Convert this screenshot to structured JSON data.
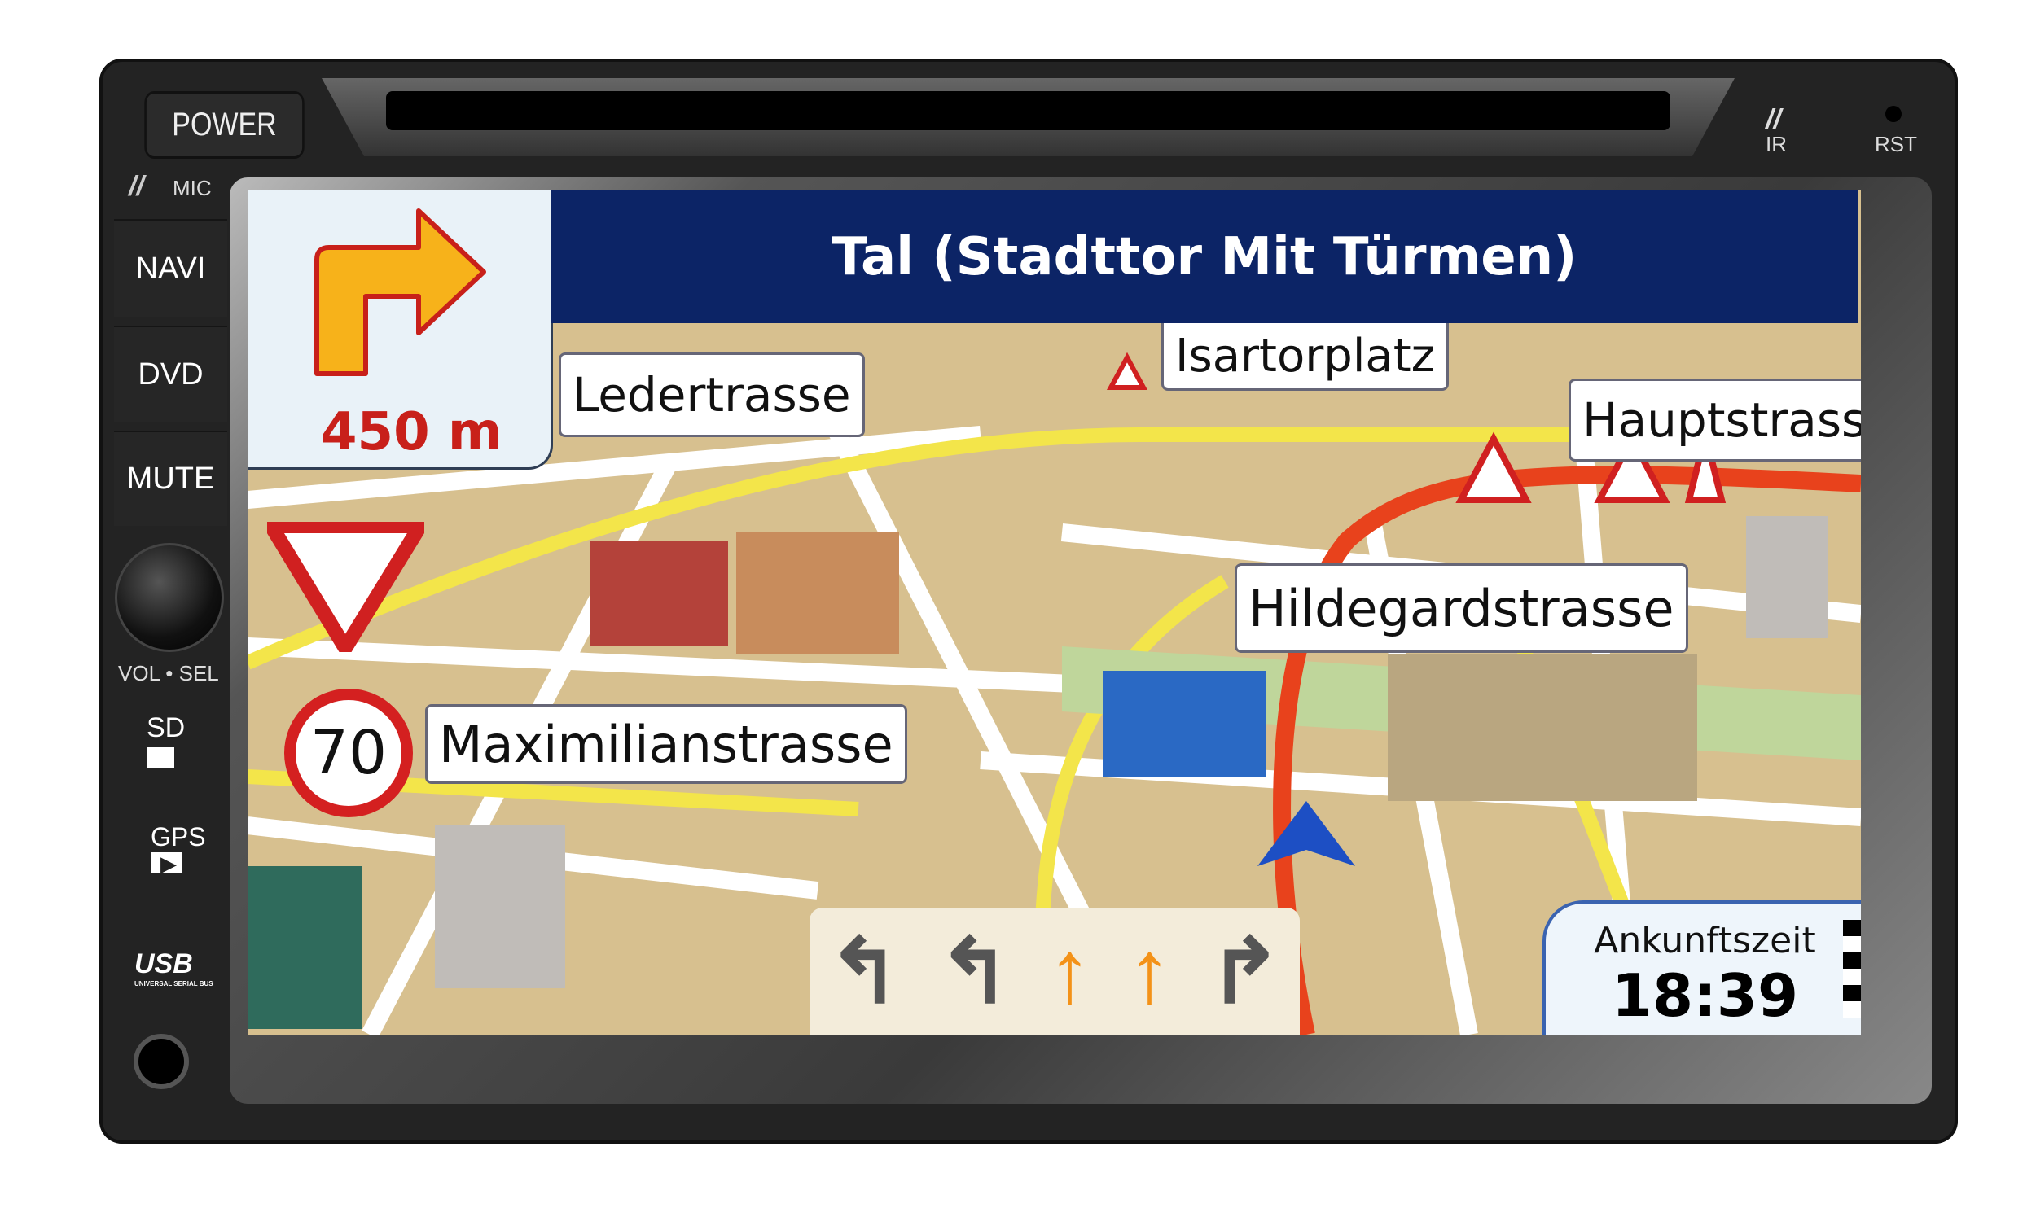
{
  "device": {
    "power_label": "POWER",
    "mic_label": "MIC",
    "ir_label": "IR",
    "rst_label": "RST",
    "side_buttons": [
      {
        "label": "NAVI"
      },
      {
        "label": "DVD"
      },
      {
        "label": "MUTE"
      }
    ],
    "knob_label": "VOL • SEL",
    "sd_label": "SD",
    "gps_label": "GPS",
    "usb_label": "USB",
    "usb_sub": "UNIVERSAL SERIAL BUS"
  },
  "navigation": {
    "street_title": "Tal (Stadttor Mit Türmen)",
    "next_turn": {
      "icon": "turn-right-arrow-icon",
      "distance": "450 m"
    },
    "street_labels": [
      "Ledertrasse",
      "Isartorplatz",
      "Hauptstrass",
      "Hildegardstrasse",
      "Maximilianstrasse"
    ],
    "speed_limit": "70",
    "lanes": [
      {
        "dir": "left",
        "active": false
      },
      {
        "dir": "left",
        "active": false
      },
      {
        "dir": "straight",
        "active": true
      },
      {
        "dir": "straight",
        "active": true
      },
      {
        "dir": "right",
        "active": false
      }
    ],
    "arrival": {
      "label": "Ankunftszeit",
      "time": "18:39"
    },
    "colors": {
      "title_bg": "#0c2466",
      "route": "#e8421c",
      "map_bg": "#d7c08f",
      "distance": "#c8201a"
    }
  }
}
